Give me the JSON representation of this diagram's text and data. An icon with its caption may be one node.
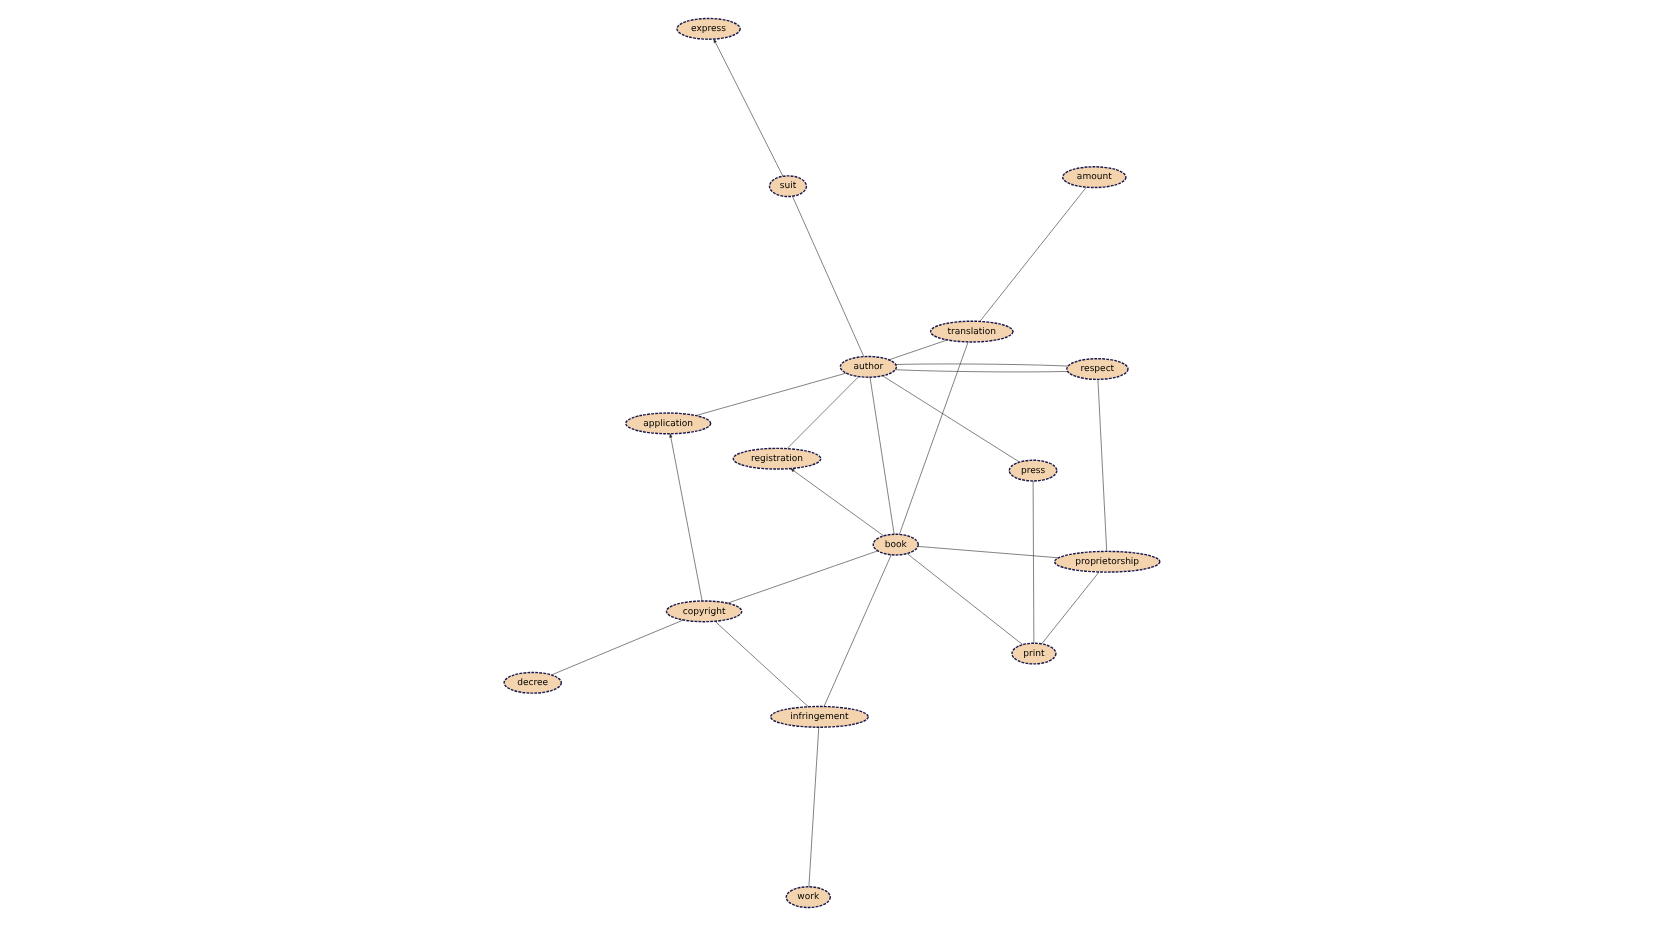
{
  "diagram": {
    "nodes": [
      {
        "text": [
          "translation"
        ]
      },
      {
        "text": [
          "registration"
        ]
      },
      {
        "text": [
          "work"
        ]
      },
      {
        "text": [
          "suit"
        ]
      },
      {
        "text": [
          "express"
        ]
      },
      {
        "text": [
          "copyright"
        ]
      },
      {
        "text": [
          "application"
        ]
      },
      {
        "text": [
          "book"
        ]
      },
      {
        "text": [
          "decree"
        ]
      },
      {
        "text": [
          "print"
        ]
      },
      {
        "text": [
          "author"
        ]
      },
      {
        "text": [
          "amount"
        ]
      },
      {
        "text": [
          "press"
        ]
      },
      {
        "text": [
          "infringement"
        ]
      },
      {
        "text": [
          "respect"
        ]
      },
      {
        "text": [
          "proprietorship"
        ]
      }
    ],
    "edges": [
      {
        "from": 3,
        "to": 4,
        "arrow": "to"
      },
      {
        "from": 3,
        "to": 10,
        "arrow": "none"
      },
      {
        "from": 0,
        "to": 7,
        "arrow": "none"
      },
      {
        "from": 0,
        "to": 11,
        "arrow": "none"
      },
      {
        "from": 0,
        "to": 10,
        "arrow": "none"
      },
      {
        "from": 7,
        "to": 1,
        "arrow": "to"
      },
      {
        "from": 1,
        "to": 10,
        "arrow": "none"
      },
      {
        "from": 2,
        "to": 13,
        "arrow": "none"
      },
      {
        "from": 5,
        "to": 6,
        "arrow": "to"
      },
      {
        "from": 5,
        "to": 8,
        "arrow": "none"
      },
      {
        "from": 5,
        "to": 7,
        "arrow": "none"
      },
      {
        "from": 5,
        "to": 13,
        "arrow": "none"
      },
      {
        "from": 7,
        "to": 10,
        "arrow": "none"
      },
      {
        "from": 7,
        "to": 9,
        "arrow": "none"
      },
      {
        "from": 7,
        "to": 13,
        "arrow": "none"
      },
      {
        "from": 7,
        "to": 15,
        "arrow": "none"
      },
      {
        "from": 9,
        "to": 12,
        "arrow": "none"
      },
      {
        "from": 9,
        "to": 15,
        "arrow": "none"
      },
      {
        "from": 6,
        "to": 10,
        "arrow": "none"
      },
      {
        "from": 14,
        "to": 10,
        "arrow": "none"
      },
      {
        "from": 14,
        "to": 10,
        "arrow": "none"
      },
      {
        "from": 10,
        "to": 12,
        "arrow": "none"
      },
      {
        "from": 14,
        "to": 15,
        "arrow": "none"
      }
    ]
  }
}
